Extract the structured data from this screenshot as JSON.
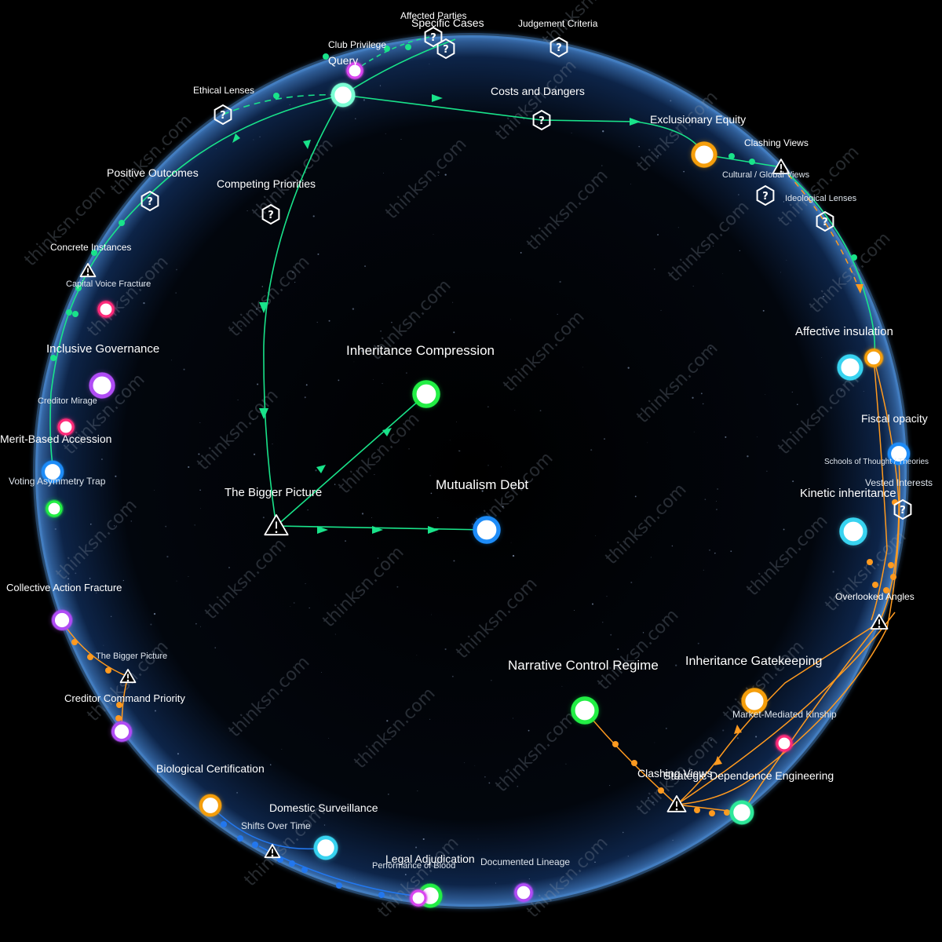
{
  "colors": {
    "background": "#000000",
    "sphere": "#0b1a33",
    "green_edge": "#19e38a",
    "orange_edge": "#ff9a1f",
    "blue_edge": "#2277ee"
  },
  "watermark": "thinksn.com",
  "nodes": {
    "query": "Query",
    "club_privilege": "Club Privilege",
    "affected_parties": "Affected Parties",
    "specific_cases": "Specific Cases",
    "judgement_criteria": "Judgement Criteria",
    "ethical_lenses": "Ethical Lenses",
    "costs_and_dangers": "Costs and Dangers",
    "exclusionary_equity": "Exclusionary Equity",
    "clashing_views_top": "Clashing Views",
    "cultural_global_views": "Cultural / Global Views",
    "ideological_lenses": "Ideological Lenses",
    "positive_outcomes": "Positive Outcomes",
    "competing_priorities": "Competing Priorities",
    "concrete_instances": "Concrete Instances",
    "capital_voice_fracture": "Capital Voice Fracture",
    "inclusive_governance": "Inclusive Governance",
    "inheritance_compression": "Inheritance Compression",
    "affective_insulation": "Affective insulation",
    "creditor_mirage": "Creditor Mirage",
    "fiscal_opacity": "Fiscal opacity",
    "merit_based_accession": "Merit-Based Accession",
    "schools_of_thought": "Schools of Thought / Theories",
    "voting_asymmetry_trap": "Voting Asymmetry Trap",
    "vested_interests": "Vested Interests",
    "the_bigger_picture_center": "The Bigger Picture",
    "mutualism_debt": "Mutualism Debt",
    "kinetic_inheritance": "Kinetic inheritance",
    "collective_action_fracture": "Collective Action Fracture",
    "overlooked_angles": "Overlooked Angles",
    "the_bigger_picture_left": "The Bigger Picture",
    "creditor_command_priority": "Creditor Command Priority",
    "narrative_control_regime": "Narrative Control Regime",
    "inheritance_gatekeeping": "Inheritance Gatekeeping",
    "market_mediated_kinship": "Market-Mediated Kinship",
    "biological_certification": "Biological Certification",
    "clashing_views_bottom": "Clashing Views",
    "dependence_engineering": "Strategic Dependence Engineering",
    "domestic_surveillance": "Domestic Surveillance",
    "shifts_over_time": "Shifts Over Time",
    "legal_adjudication": "Legal Adjudication",
    "performance_of_blood": "Performance of Blood",
    "documented_lineage": "Documented Lineage"
  }
}
